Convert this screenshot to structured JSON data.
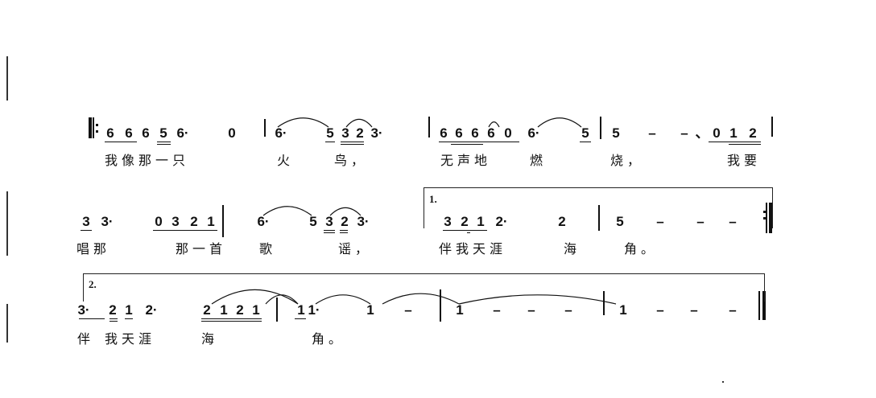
{
  "score": {
    "rows": [
      {
        "notes": [
          "6",
          "6",
          "6",
          "5",
          "6·",
          "0",
          "6·",
          "5",
          "3",
          "2",
          "3·",
          "6",
          "6",
          "6",
          "6",
          "0",
          "6·",
          "5",
          "5",
          "–",
          "–",
          "、",
          "0",
          "1",
          "2"
        ],
        "lyrics": [
          "我像那一只",
          "火",
          "鸟，",
          "无声地",
          "燃",
          "烧，",
          "我要"
        ]
      },
      {
        "notes": [
          "3",
          "3·",
          "0",
          "3",
          "2",
          "1",
          "6·",
          "5",
          "3",
          "2",
          "3·",
          "3",
          "2",
          "1",
          "2·",
          "2",
          "5",
          "–",
          "–",
          "–"
        ],
        "lyrics": [
          "唱那",
          "那一首",
          "歌",
          "谣，",
          "伴我天涯",
          "海",
          "角。"
        ],
        "volta": "1."
      },
      {
        "notes": [
          "3·",
          "2",
          "1",
          "2·",
          "2",
          "1",
          "2",
          "1",
          "1",
          "1·",
          "1",
          "–",
          "1",
          "–",
          "–",
          "–",
          "1",
          "–",
          "–",
          "–"
        ],
        "lyrics": [
          "伴",
          "我天涯",
          "海",
          "角。"
        ],
        "volta": "2."
      }
    ]
  }
}
